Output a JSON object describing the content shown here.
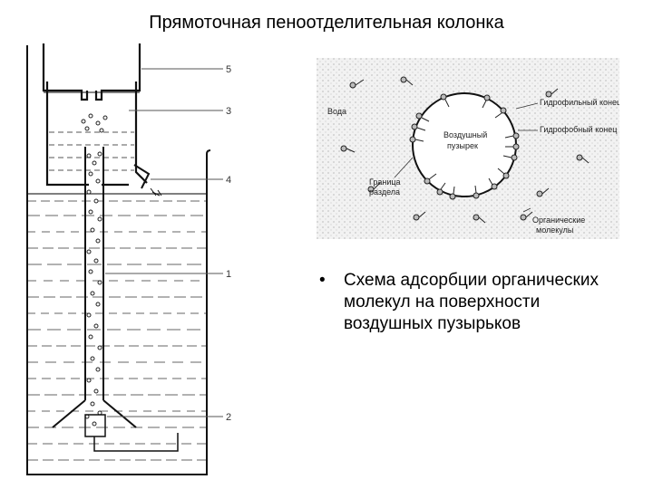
{
  "title": "Прямоточная пеноотделительная колонка",
  "column_diagram": {
    "labels": [
      "5",
      "3",
      "4",
      "1",
      "2"
    ]
  },
  "adsorption_diagram": {
    "labels": {
      "water": "Вода",
      "air_bubble_1": "Воздушный",
      "air_bubble_2": "пузырек",
      "hydrophilic_end": "Гидрофильный конец",
      "hydrophobic_end": "Гидрофобный конец",
      "boundary_1": "Граница",
      "boundary_2": "раздела",
      "organic_1": "Органические",
      "organic_2": "молекулы"
    }
  },
  "bullet": {
    "marker": "•",
    "text": "Схема адсорбции органических молекул на поверхности воздушных пузырьков"
  }
}
